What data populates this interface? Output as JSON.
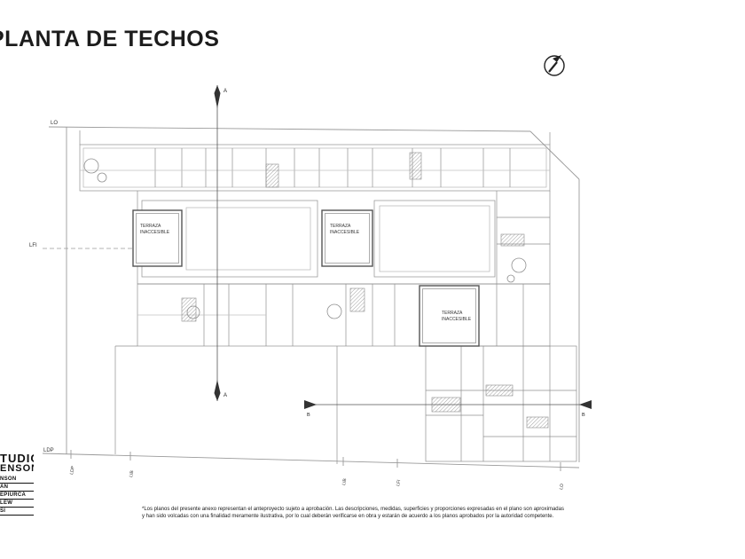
{
  "page": {
    "title": "PLANTA DE TECHOS"
  },
  "plan": {
    "terrace": {
      "line1": "TERRAZA",
      "line2": "INACCESIBLE"
    },
    "sections": {
      "a": "A",
      "b": "B"
    },
    "boundaries": {
      "lo_left": "LO",
      "lfi_left": "LFI",
      "ldp_left": "LDP",
      "ldp_bottom": "LDP",
      "lib_bottom1": "LIB",
      "lib_bottom2": "LIB",
      "lfi_bottom": "LFI",
      "lo_bottom": "LO"
    }
  },
  "titleblock": {
    "logo1": "TUDIO",
    "logo2": "ENSON",
    "rows": [
      "NSON",
      "AN",
      "EPIURCA",
      "LEW",
      "SI"
    ]
  },
  "disclaimer": {
    "line1": "*Los planos del presente anexo representan el anteproyecto sujeto a aprobación.  Las  descripciones,  medidas,  superficies  y  proporciones  expresadas  en  el plano son aproximadas",
    "line2": "y han sido volcadas con una finalidad meramente ilustrativa, por lo  cual   deberán  verificarse en obra y estarán de acuerdo a los planos aprobados por la autoridad competente."
  }
}
